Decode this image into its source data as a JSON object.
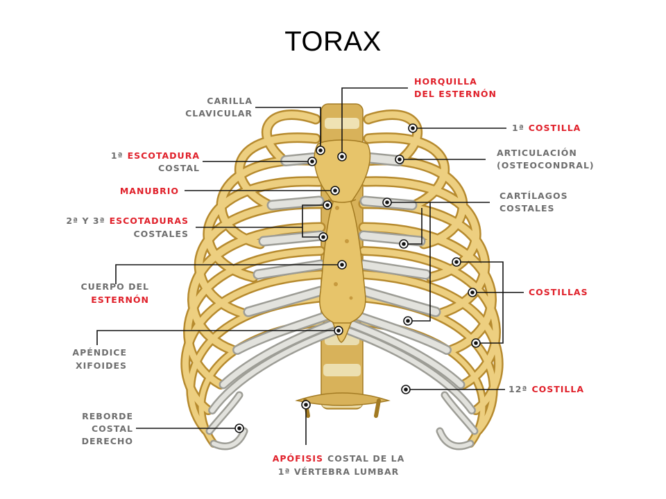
{
  "title": "TORAX",
  "colors": {
    "bone": "#e7c46a",
    "bone_dark": "#b68a2e",
    "cartilage": "#d9d9d4",
    "label_gray": "#6e6e6e",
    "label_red": "#e0202a"
  },
  "labels": {
    "horquilla": {
      "l1": "HORQUILLA",
      "l2": "DEL ESTERNÓN"
    },
    "carilla": {
      "l1": "CARILLA",
      "l2": "CLAVICULAR"
    },
    "costilla1": {
      "num": "1ª",
      "name": "COSTILLA"
    },
    "escotadura1": {
      "num": "1ª",
      "name": "ESCOTADURA",
      "l2": "COSTAL"
    },
    "articulacion": {
      "l1": "ARTICULACIÓN",
      "l2": "(OSTEOCONDRAL)"
    },
    "manubrio": "MANUBRIO",
    "cartilagos": {
      "l1": "CARTÍLAGOS",
      "l2": "COSTALES"
    },
    "escotaduras23": {
      "num": "2ª Y 3ª",
      "name": "ESCOTADURAS",
      "l2": "COSTALES"
    },
    "cuerpo": {
      "l1": "CUERPO DEL",
      "l2": "ESTERNÓN"
    },
    "costillas": "COSTILLAS",
    "apendice": {
      "l1": "APÉNDICE",
      "l2": "XIFOIDES"
    },
    "costilla12": {
      "num": "12ª",
      "name": "COSTILLA"
    },
    "reborde": {
      "l1": "REBORDE",
      "l2": "COSTAL",
      "l3": "DERECHO"
    },
    "apofisis": {
      "name": "APÓFISIS",
      "rest": "COSTAL DE LA",
      "l2": "1ª VÉRTEBRA LUMBAR"
    }
  }
}
